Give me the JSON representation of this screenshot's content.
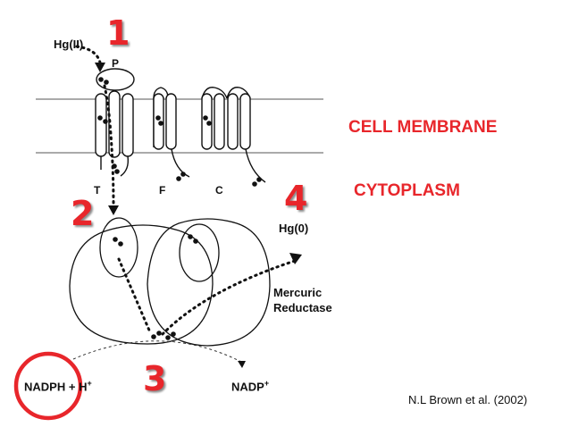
{
  "diagram": {
    "steps": [
      "1",
      "2",
      "3",
      "4"
    ],
    "labels": {
      "hg2": "Hg(II)",
      "p": "P",
      "t": "T",
      "f": "F",
      "c": "C",
      "hg0": "Hg(0)",
      "enzyme_line1": "Mercuric",
      "enzyme_line2": "Reductase",
      "nadph": "NADPH",
      "nadph_tail": "+ H",
      "nadph_sup": "+",
      "nadp": "NADP",
      "nadp_sup": "+"
    },
    "regions": {
      "membrane": "CELL MEMBRANE",
      "cytoplasm": "CYTOPLASM"
    },
    "citation": "N.L Brown et al. (2002)",
    "colors": {
      "accent_red": "#e8262b",
      "line": "#111111",
      "membrane_line": "#777777"
    }
  }
}
